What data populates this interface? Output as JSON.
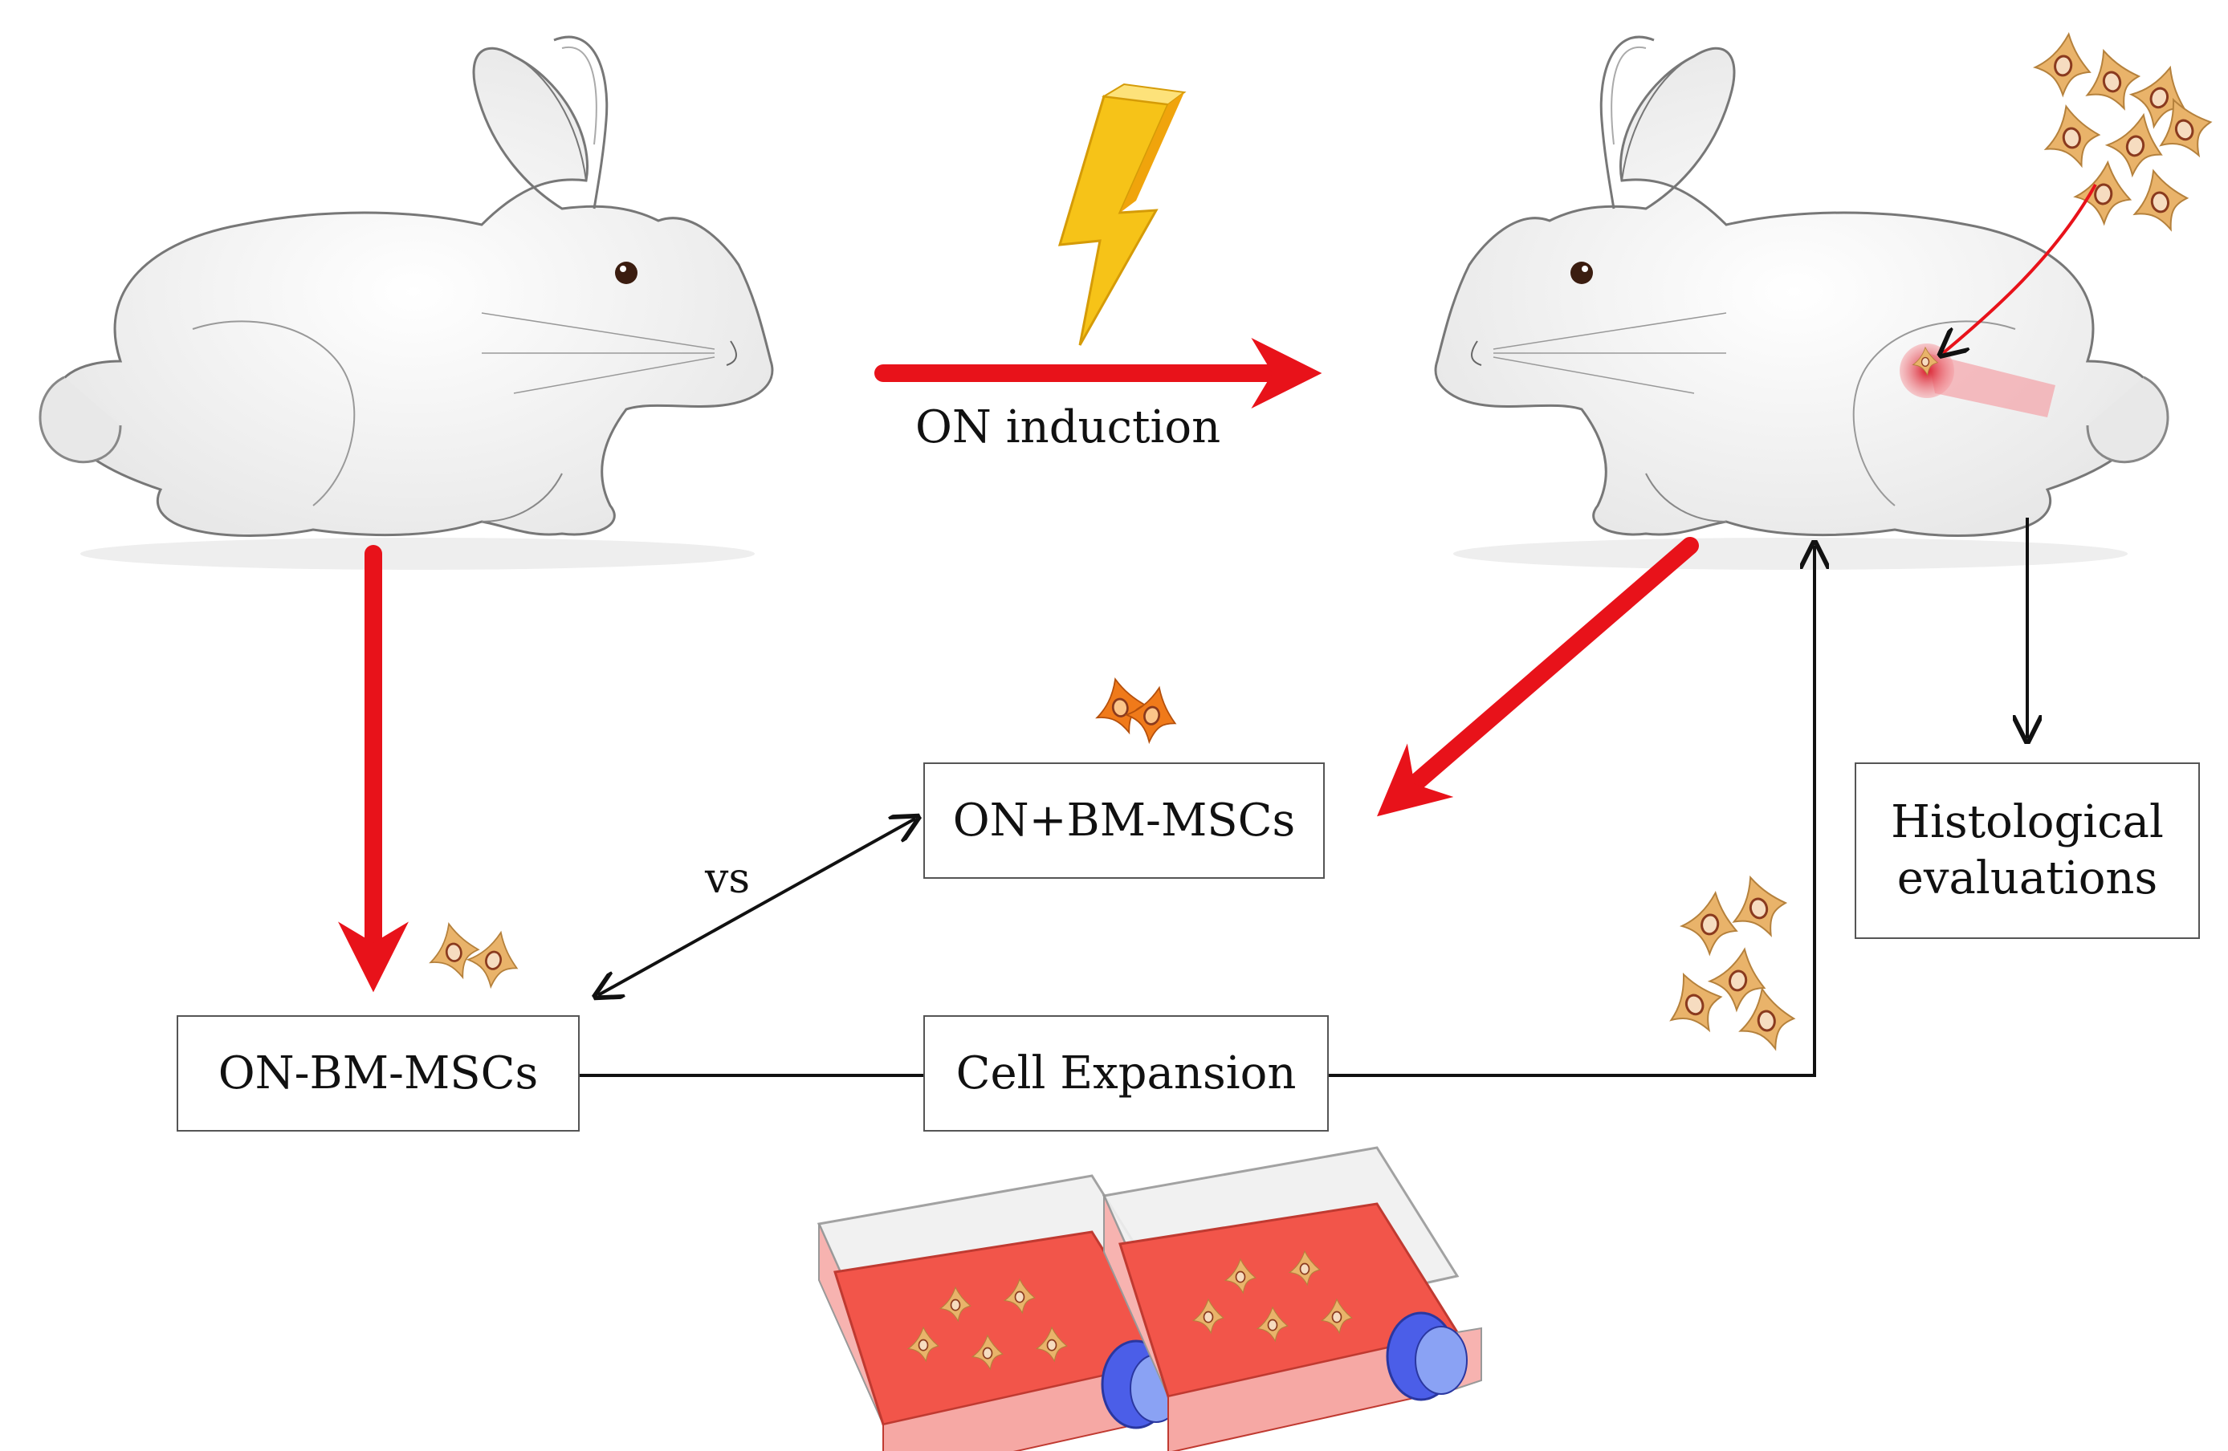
{
  "labels": {
    "on_induction": "ON induction",
    "vs": "vs"
  },
  "boxes": {
    "on_plus_bm_mscs": "ON+BM-MSCs",
    "on_bm_mscs": "ON-BM-MSCs",
    "cell_expansion": "Cell Expansion",
    "histological_line1": "Histological",
    "histological_line2": "evaluations"
  },
  "colors": {
    "red_arrow": "#e8121a",
    "black_arrow": "#111111",
    "lightning": "#f6c318",
    "cell": "#e9b36a",
    "cell_orange": "#f07a1a",
    "flask_medium": "#f2554a",
    "flask_cap": "#4b5ee8"
  },
  "icons": [
    "rabbit-icon",
    "lightning-bolt-icon",
    "mesenchymal-cell-icon",
    "culture-flask-icon"
  ]
}
